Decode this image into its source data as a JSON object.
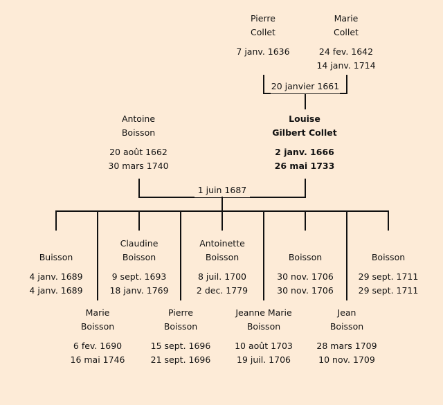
{
  "colors": {
    "background": "#fdebd7",
    "line": "#111111"
  },
  "grandparents": [
    {
      "first": "Pierre",
      "last": "Collet",
      "birth": "7 janv. 1636",
      "death": ""
    },
    {
      "first": "Marie",
      "last": "Collet",
      "birth": "24 fev. 1642",
      "death": "14 janv. 1714"
    }
  ],
  "grandparents_marriage": "20 janvier 1661",
  "parents": [
    {
      "first": "Antoine",
      "last": "Boisson",
      "birth": "20 août 1662",
      "death": "30 mars 1740"
    },
    {
      "first": "Louise",
      "last": "Gilbert Collet",
      "birth": "2 janv. 1666",
      "death": "26 mai 1733"
    }
  ],
  "parents_marriage": "1 juin 1687",
  "children": [
    {
      "first": "",
      "last": "Buisson",
      "birth": "4 janv. 1689",
      "death": "4 janv. 1689"
    },
    {
      "first": "Marie",
      "last": "Boisson",
      "birth": "6 fev. 1690",
      "death": "16 mai 1746"
    },
    {
      "first": "Claudine",
      "last": "Boisson",
      "birth": "9 sept. 1693",
      "death": "18 janv. 1769"
    },
    {
      "first": "Pierre",
      "last": "Boisson",
      "birth": "15 sept. 1696",
      "death": "21 sept. 1696"
    },
    {
      "first": "Antoinette",
      "last": "Boisson",
      "birth": "8 juil. 1700",
      "death": "2 dec. 1779"
    },
    {
      "first": "Jeanne Marie",
      "last": "Boisson",
      "birth": "10 août 1703",
      "death": "19 juil. 1706"
    },
    {
      "first": "",
      "last": "Boisson",
      "birth": "30 nov. 1706",
      "death": "30 nov. 1706"
    },
    {
      "first": "Jean",
      "last": "Boisson",
      "birth": "28 mars 1709",
      "death": "10 nov. 1709"
    },
    {
      "first": "",
      "last": "Boisson",
      "birth": "29 sept. 1711",
      "death": "29 sept. 1711"
    }
  ]
}
